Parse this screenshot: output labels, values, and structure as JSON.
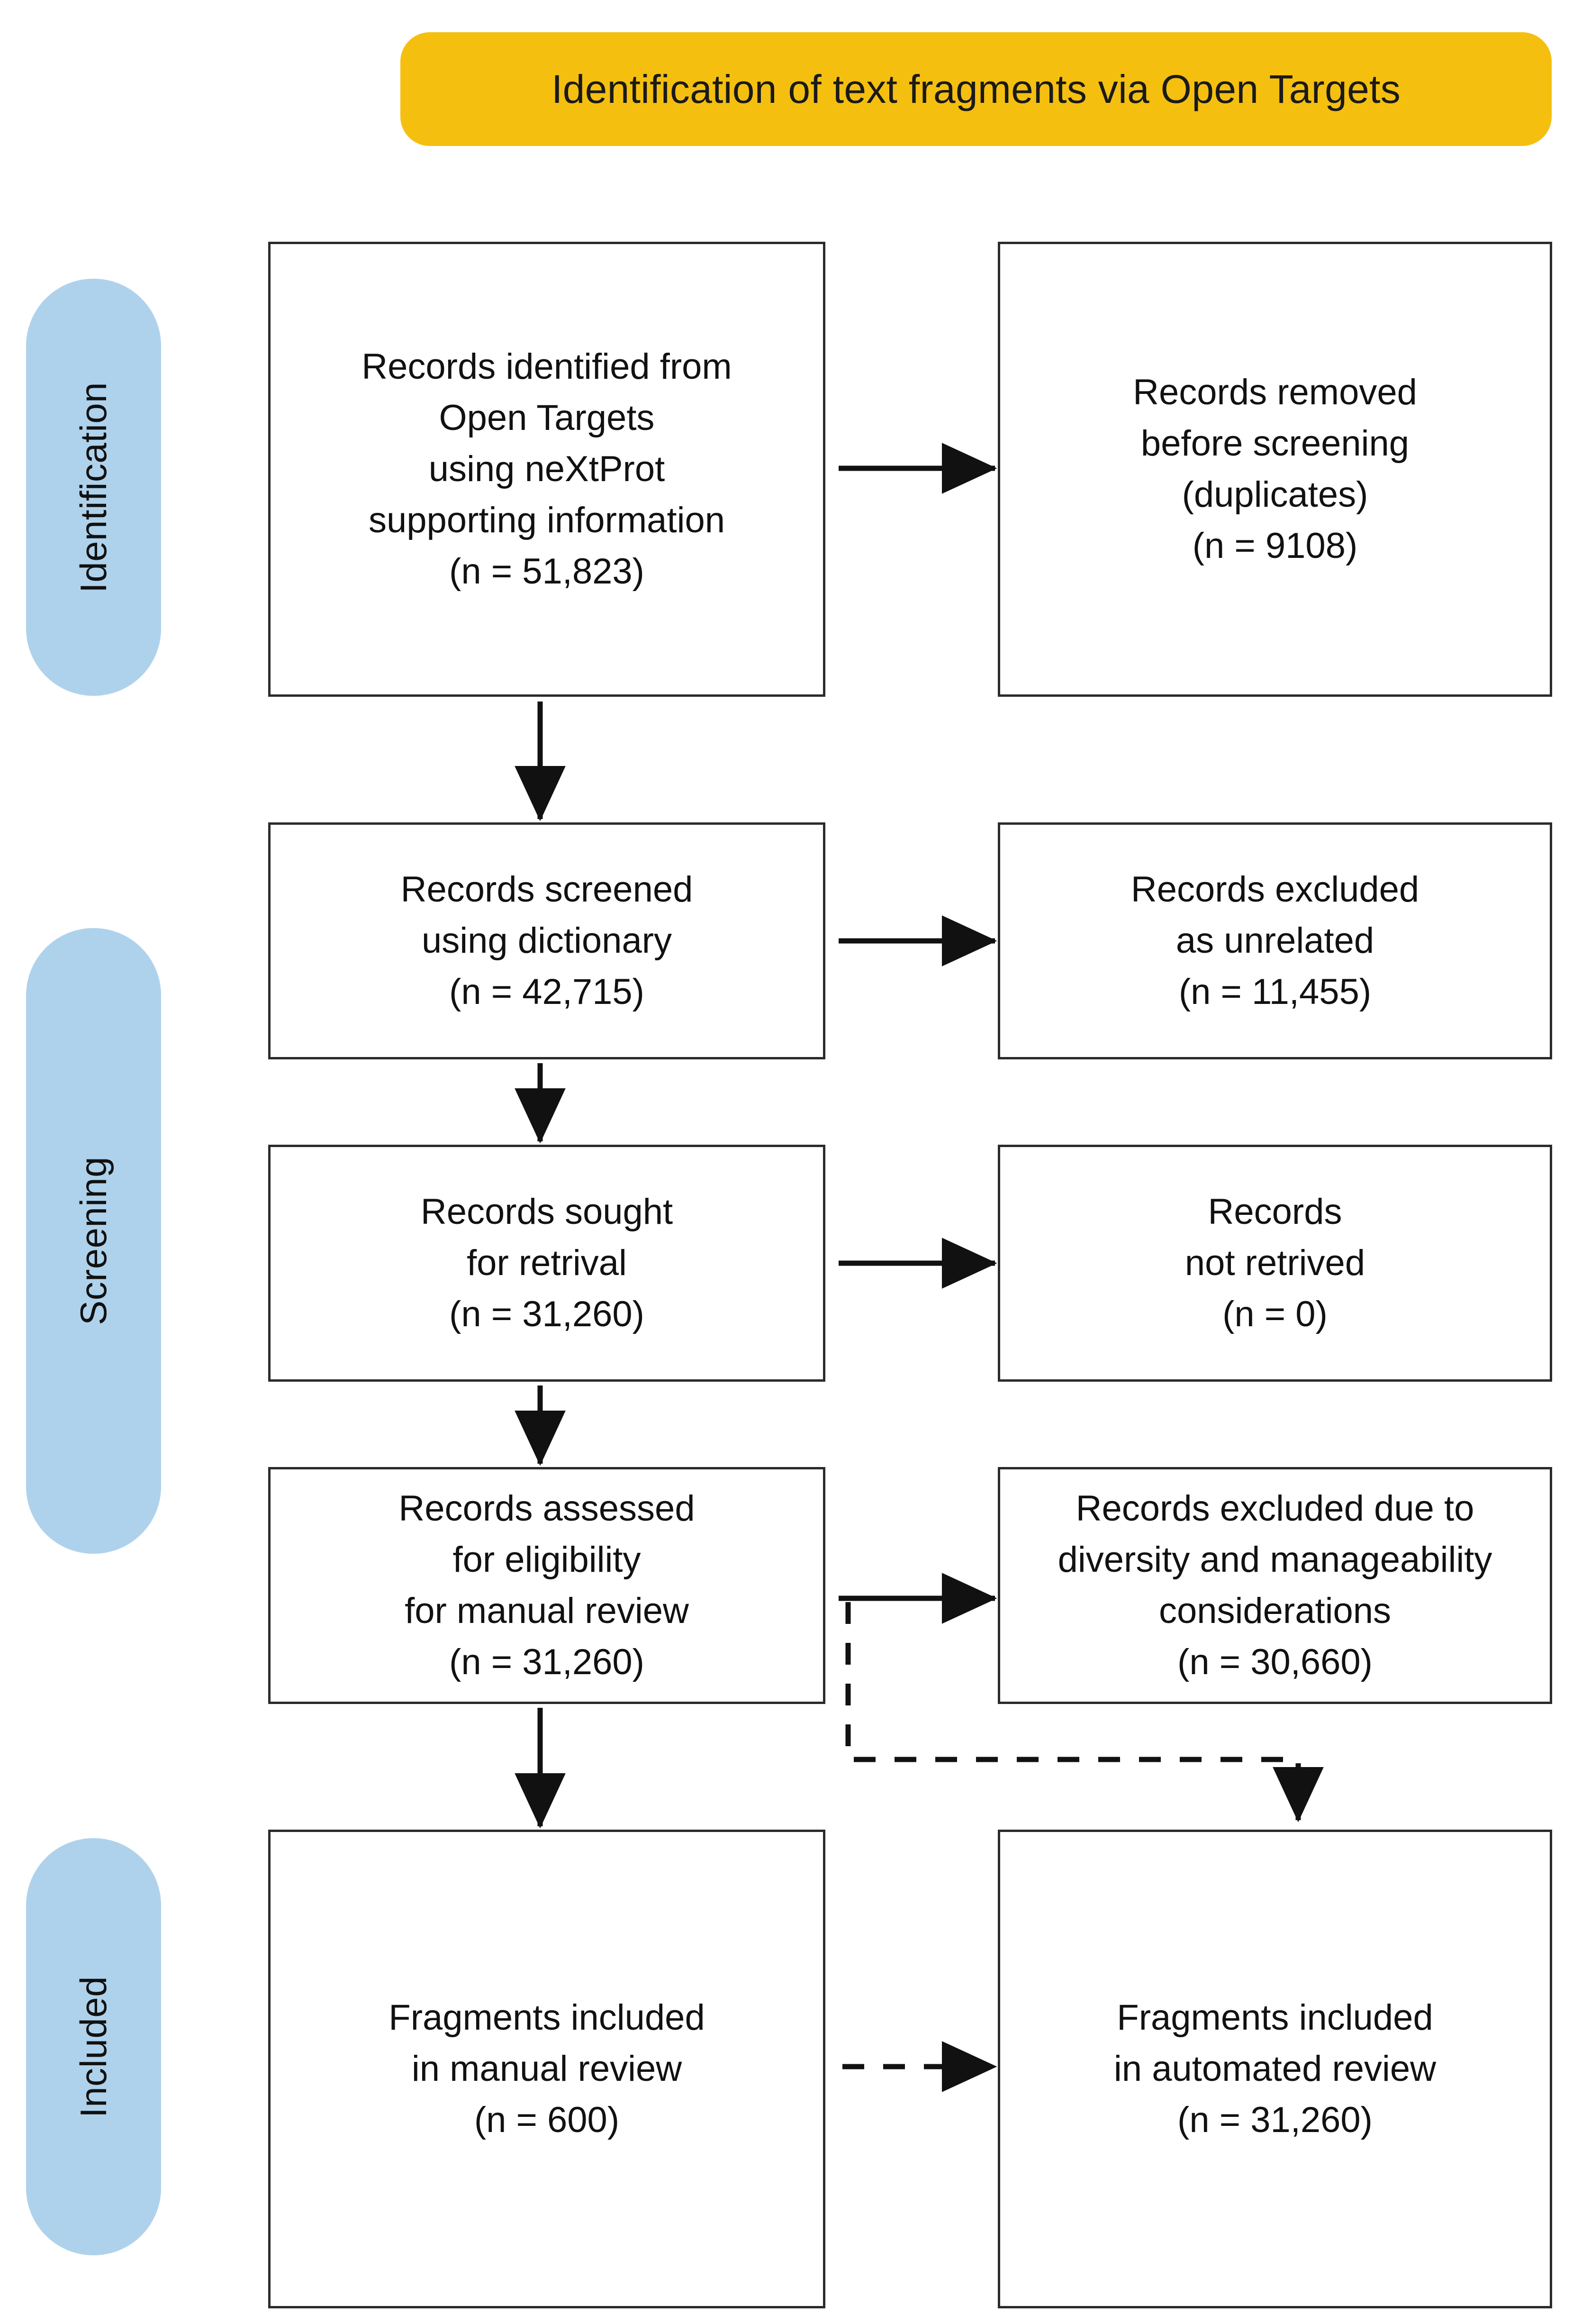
{
  "banner": {
    "title": "Identification of text fragments via Open Targets",
    "color": "#F5BF0F"
  },
  "stages": [
    {
      "label": "Identification",
      "color": "#AFD2EC"
    },
    {
      "label": "Screening",
      "color": "#AFD2EC"
    },
    {
      "label": "Included",
      "color": "#AFD2EC"
    }
  ],
  "boxes": {
    "identified": {
      "text": "Records identified from\nOpen Targets\nusing neXtProt\nsupporting information\n(n = 51,823)"
    },
    "removed": {
      "text": "Records removed\nbefore screening\n(duplicates)\n(n = 9108)"
    },
    "screened": {
      "text": "Records screened\nusing dictionary\n(n = 42,715)"
    },
    "excluded_unrelated": {
      "text": "Records excluded\nas unrelated\n(n = 11,455)"
    },
    "sought": {
      "text": "Records sought\nfor retrival\n(n = 31,260)"
    },
    "not_retrieved": {
      "text": "Records\nnot retrived\n(n = 0)"
    },
    "assessed": {
      "text": "Records assessed\nfor eligibility\nfor manual review\n(n = 31,260)"
    },
    "excluded_diversity": {
      "text": "Records excluded due to\ndiversity and manageability\nconsiderations\n(n = 30,660)"
    },
    "manual_review": {
      "text": "Fragments included\nin manual review\n(n = 600)"
    },
    "automated_review": {
      "text": "Fragments included\nin automated review\n(n = 31,260)"
    }
  },
  "chart_data": {
    "type": "diagram",
    "title": "Identification of text fragments via Open Targets",
    "diagram_kind": "PRISMA flow diagram",
    "stages": [
      "Identification",
      "Screening",
      "Included"
    ],
    "nodes": [
      {
        "id": "identified",
        "stage": "Identification",
        "column": "left",
        "label": "Records identified from Open Targets using neXtProt supporting information",
        "n": 51823,
        "n_display": "51,823"
      },
      {
        "id": "removed",
        "stage": "Identification",
        "column": "right",
        "label": "Records removed before screening (duplicates)",
        "n": 9108,
        "n_display": "9108"
      },
      {
        "id": "screened",
        "stage": "Screening",
        "column": "left",
        "label": "Records screened using dictionary",
        "n": 42715,
        "n_display": "42,715"
      },
      {
        "id": "excluded_unrelated",
        "stage": "Screening",
        "column": "right",
        "label": "Records excluded as unrelated",
        "n": 11455,
        "n_display": "11,455"
      },
      {
        "id": "sought",
        "stage": "Screening",
        "column": "left",
        "label": "Records sought for retrival",
        "n": 31260,
        "n_display": "31,260"
      },
      {
        "id": "not_retrieved",
        "stage": "Screening",
        "column": "right",
        "label": "Records not retrived",
        "n": 0,
        "n_display": "0"
      },
      {
        "id": "assessed",
        "stage": "Screening",
        "column": "left",
        "label": "Records assessed for eligibility for manual review",
        "n": 31260,
        "n_display": "31,260"
      },
      {
        "id": "excluded_diversity",
        "stage": "Screening",
        "column": "right",
        "label": "Records excluded due to diversity and manageability considerations",
        "n": 30660,
        "n_display": "30,660"
      },
      {
        "id": "manual_review",
        "stage": "Included",
        "column": "left",
        "label": "Fragments included in manual review",
        "n": 600,
        "n_display": "600"
      },
      {
        "id": "automated_review",
        "stage": "Included",
        "column": "right",
        "label": "Fragments included in automated review",
        "n": 31260,
        "n_display": "31,260"
      }
    ],
    "edges": [
      {
        "from": "identified",
        "to": "removed",
        "style": "solid",
        "direction": "right"
      },
      {
        "from": "identified",
        "to": "screened",
        "style": "solid",
        "direction": "down"
      },
      {
        "from": "screened",
        "to": "excluded_unrelated",
        "style": "solid",
        "direction": "right"
      },
      {
        "from": "screened",
        "to": "sought",
        "style": "solid",
        "direction": "down"
      },
      {
        "from": "sought",
        "to": "not_retrieved",
        "style": "solid",
        "direction": "right"
      },
      {
        "from": "sought",
        "to": "assessed",
        "style": "solid",
        "direction": "down"
      },
      {
        "from": "assessed",
        "to": "excluded_diversity",
        "style": "solid",
        "direction": "right"
      },
      {
        "from": "assessed",
        "to": "manual_review",
        "style": "solid",
        "direction": "down"
      },
      {
        "from": "assessed",
        "to": "automated_review",
        "style": "dashed",
        "direction": "down-right"
      },
      {
        "from": "manual_review",
        "to": "automated_review",
        "style": "dashed",
        "direction": "right"
      }
    ],
    "colors": {
      "banner": "#F5BF0F",
      "stage_pill": "#AFD2EC",
      "box_border": "#2b2b2b",
      "background": "#ffffff"
    }
  }
}
